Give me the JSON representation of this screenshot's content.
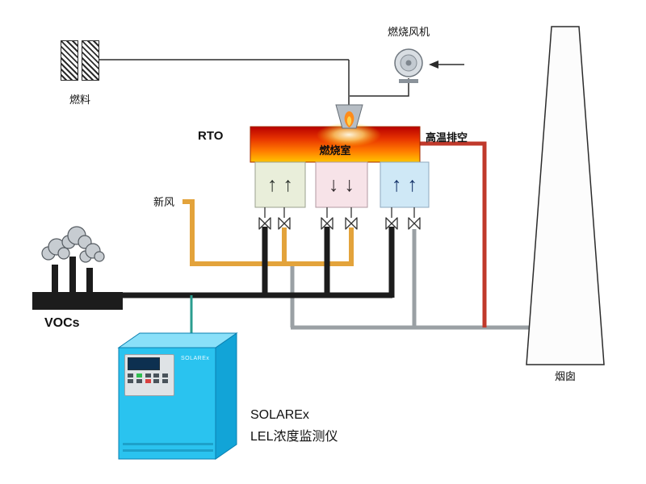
{
  "diagram": {
    "type": "rto-voc-process-flow",
    "labels": {
      "fuel": "燃料",
      "combustion_fan": "燃烧风机",
      "rto": "RTO",
      "combustion_chamber": "燃烧室",
      "high_temp_vent": "高温排空",
      "fresh_air": "新风",
      "vocs": "VOCs",
      "chimney": "烟囱",
      "monitor_name": "SOLAREx",
      "monitor_desc": "LEL浓度监测仪"
    },
    "chambers": [
      {
        "id": "regenerator-1",
        "arrows": "↑ ↑",
        "fill": "#e9eeda"
      },
      {
        "id": "regenerator-2",
        "arrows": "↓ ↓",
        "fill": "#f7e3e8"
      },
      {
        "id": "regenerator-3",
        "arrows": "↑ ↑",
        "fill": "#cfe8f6"
      }
    ],
    "pipes": {
      "vocs_color": "#1c1c1c",
      "fresh_air_color": "#e3a33b",
      "exhaust_color": "#9aa0a4",
      "hot_vent_color": "#c0392b",
      "signal_color": "#2a9d8f"
    },
    "icons": {
      "fuel_block": "hatched-fuel-block",
      "fan": "blower-fan-icon",
      "burner": "burner-flame-icon",
      "smoke": "smoke-cloud-icon",
      "valve": "bowtie-valve-icon",
      "chimney": "stack-icon"
    },
    "cabinet": {
      "color": "#2ac3ef",
      "brand": "SOLAREx"
    }
  }
}
